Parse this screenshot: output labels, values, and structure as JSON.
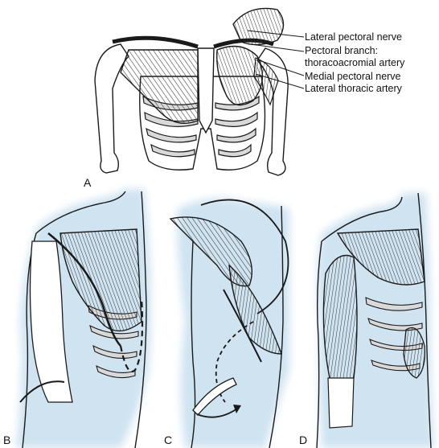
{
  "panels": [
    {
      "letter": "A"
    },
    {
      "letter": "B"
    },
    {
      "letter": "C"
    },
    {
      "letter": "D"
    }
  ],
  "labels": {
    "lateral_pectoral_nerve": "Lateral pectoral nerve",
    "pectoral_branch_line1": "Pectoral branch:",
    "pectoral_branch_line2": "thoracoacromial artery",
    "medial_pectoral_nerve": "Medial pectoral nerve",
    "lateral_thoracic_artery": "Lateral thoracic artery"
  },
  "colors": {
    "ink": "#1a1a1a",
    "skin_halo": "#cfe3f1",
    "rib_shade": "#d9d9d9",
    "background": "#ffffff"
  }
}
